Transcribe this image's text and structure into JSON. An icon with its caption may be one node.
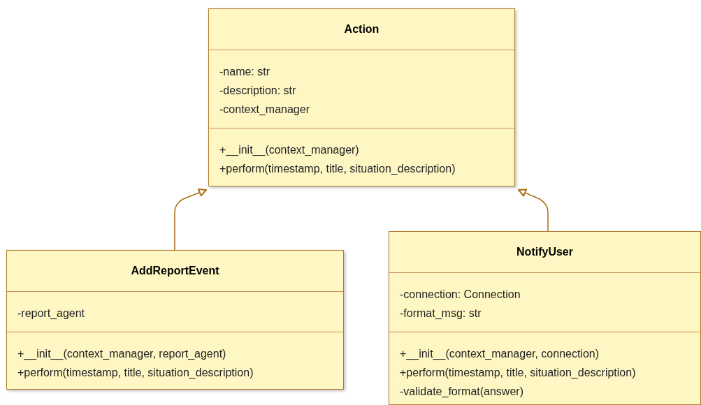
{
  "diagram": {
    "nodes": [
      {
        "text": [
          "Action"
        ]
      },
      {
        "text": [
          "-name: str",
          "-description: str",
          "-context_manager"
        ],
        "in": 0
      },
      {
        "text": [
          "+__init__(context_manager)",
          "+perform(timestamp, title, situation_description)"
        ],
        "in": 0
      },
      {
        "text": [
          "AddReportEvent"
        ]
      },
      {
        "text": [
          "-report_agent"
        ],
        "in": 3
      },
      {
        "text": [
          "+__init__(context_manager, report_agent)",
          "+perform(timestamp, title, situation_description)"
        ],
        "in": 3
      },
      {
        "text": [
          "NotifyUser"
        ]
      },
      {
        "text": [
          "-connection: Connection",
          "-format_msg: str"
        ],
        "in": 6
      },
      {
        "text": [
          "+__init__(context_manager, connection)",
          "+perform(timestamp, title, situation_description)",
          "-validate_format(answer)"
        ],
        "in": 6
      }
    ],
    "edges": [
      {
        "from": 3,
        "to": 0,
        "arrow": "to"
      },
      {
        "from": 6,
        "to": 0,
        "arrow": "to"
      }
    ]
  }
}
